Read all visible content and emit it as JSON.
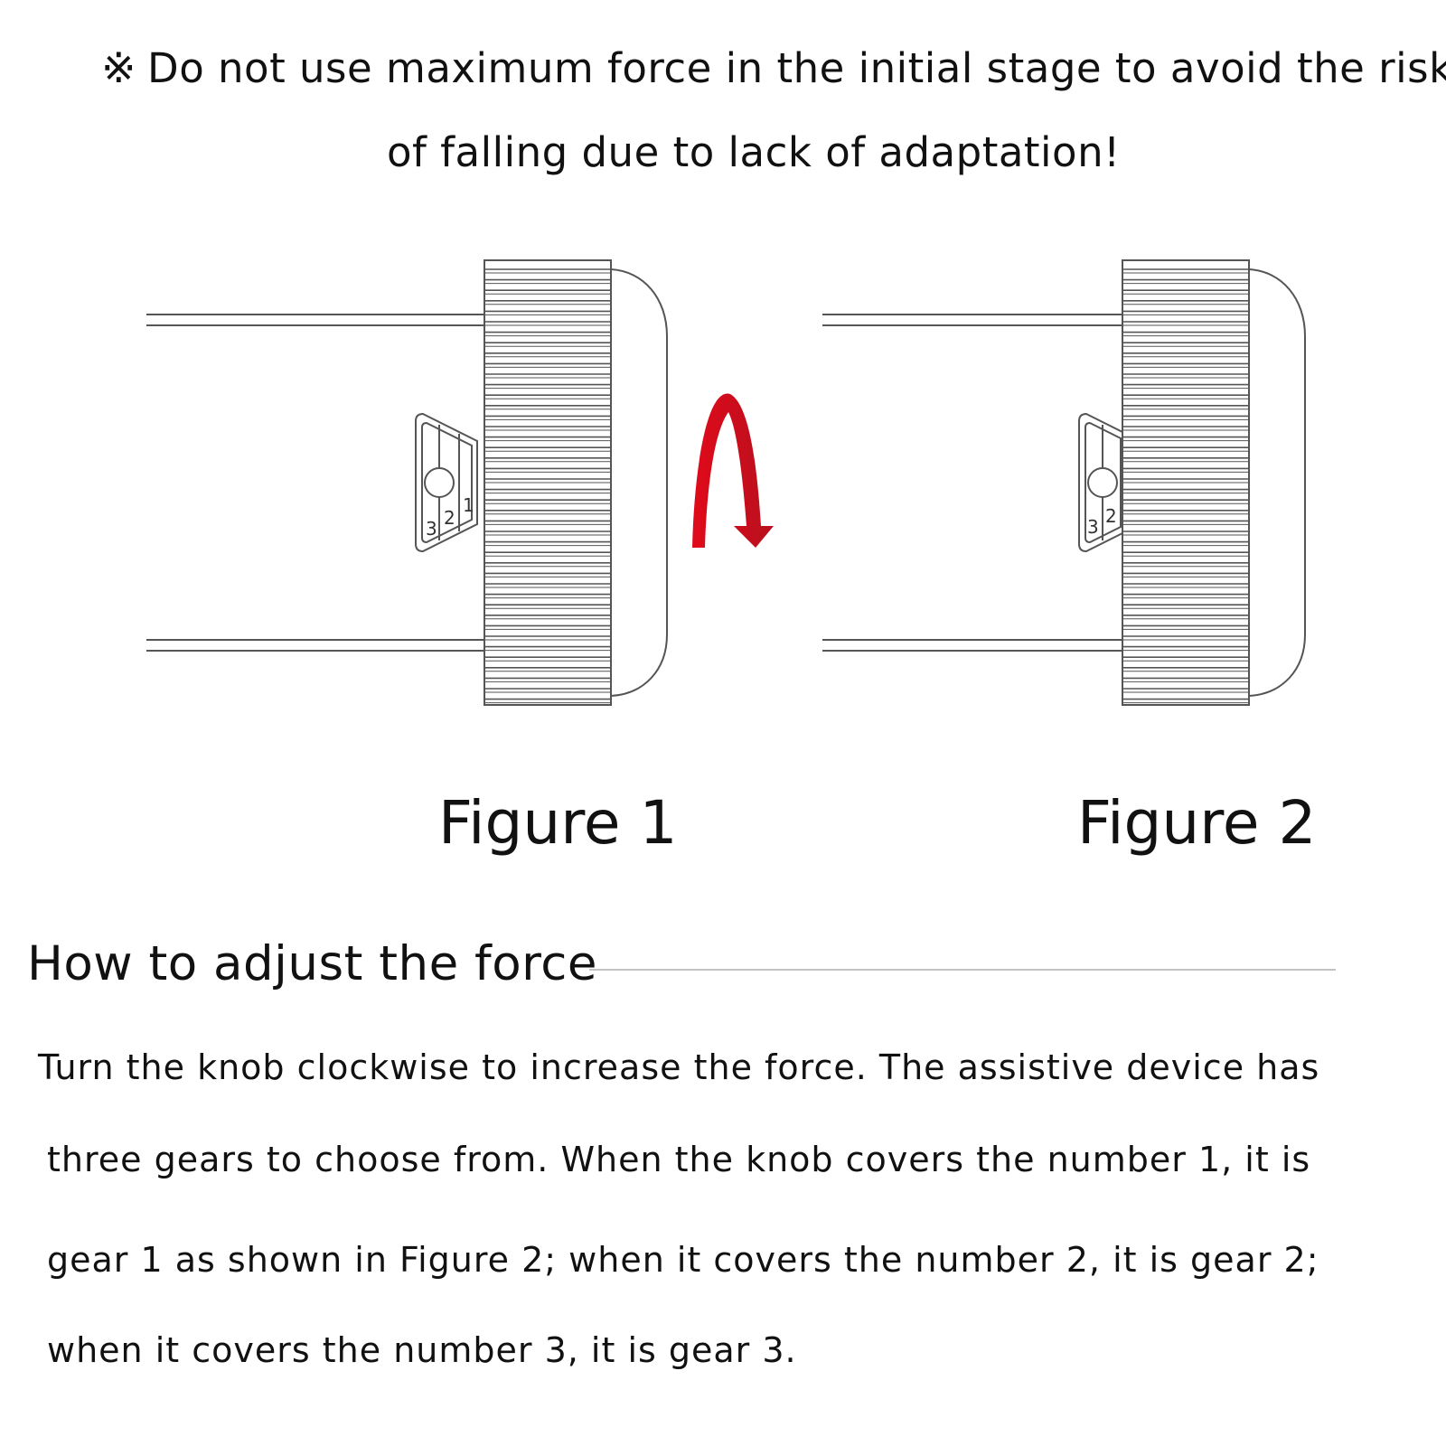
{
  "warning": {
    "mark": "※",
    "line1": "Do not use maximum force in the initial stage to avoid the risk",
    "line2": "of falling due to lack of adaptation!"
  },
  "figures": [
    {
      "caption": "Figure 1",
      "gear_numbers": [
        "3",
        "2",
        "1"
      ]
    },
    {
      "caption": "Figure 2",
      "gear_numbers": [
        "3",
        "2"
      ]
    }
  ],
  "colors": {
    "arrow": "#d50d1e",
    "line": "#555555"
  },
  "section": {
    "title": "How to adjust the force",
    "lines": [
      "Turn the knob clockwise to increase the force. The assistive device has",
      "three gears to choose from. When the knob covers the number 1, it is",
      "gear 1 as shown in Figure 2; when it covers the number 2, it is gear 2;",
      "when it covers the number 3, it is gear 3."
    ]
  }
}
